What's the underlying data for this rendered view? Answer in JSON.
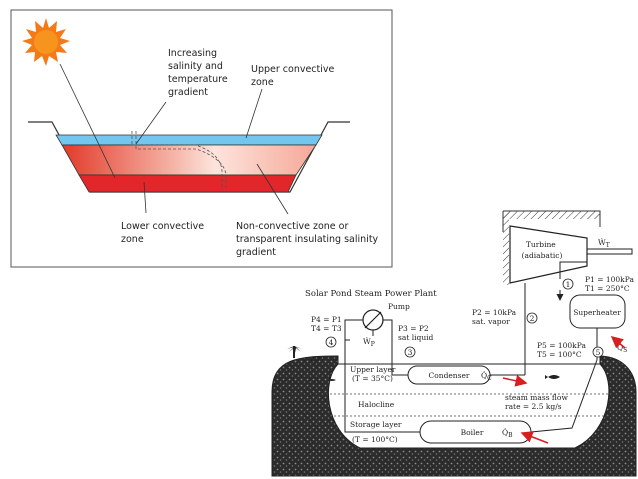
{
  "top_diagram": {
    "label_increasing": [
      "Increasing",
      "salinity and",
      "temperature",
      "gradient"
    ],
    "label_upper": [
      "Upper convective",
      "zone"
    ],
    "label_lower": [
      "Lower convective",
      "zone"
    ],
    "label_nonconvective": [
      "Non-convective zone  or",
      "transparent insulating salinity",
      "gradient"
    ]
  },
  "plant": {
    "title": "Solar Pond Steam Power Plant",
    "turbine": [
      "Turbine",
      "(adiabatic)"
    ],
    "wt": "Ẇ",
    "wt_sub": "T",
    "p1": "P1 = 100kPa",
    "t1": "T1 = 250°C",
    "state1": "1",
    "superheater": "Superheater",
    "qs": "Q̇",
    "qs_sub": "S",
    "p2": "P2 = 10kPa",
    "p2b": "sat. vapor",
    "state2": "2",
    "pump": "Pump",
    "wp": "Ẇ",
    "wp_sub": "P",
    "p4": "P4 = P1",
    "t4": "T4 = T3",
    "state4": "4",
    "p3": "P3 = P2",
    "p3b": "sat liquid",
    "state3": "3",
    "condenser": "Condenser",
    "qc": "Q̇",
    "qc_sub": "C",
    "p5": "P5 = 100kPa",
    "t5": "T5 = 100°C",
    "state5": "5",
    "upper_layer": "Upper layer",
    "upper_temp": "(T = 35°C)",
    "halocline": "Halocline",
    "steam_flow": [
      "steam mass flow",
      "rate = 2.5 kg/s"
    ],
    "storage_layer": "Storage layer",
    "storage_temp": "(T = 100°C)",
    "boiler": "Boiler",
    "qb": "Q̇",
    "qb_sub": "B"
  }
}
